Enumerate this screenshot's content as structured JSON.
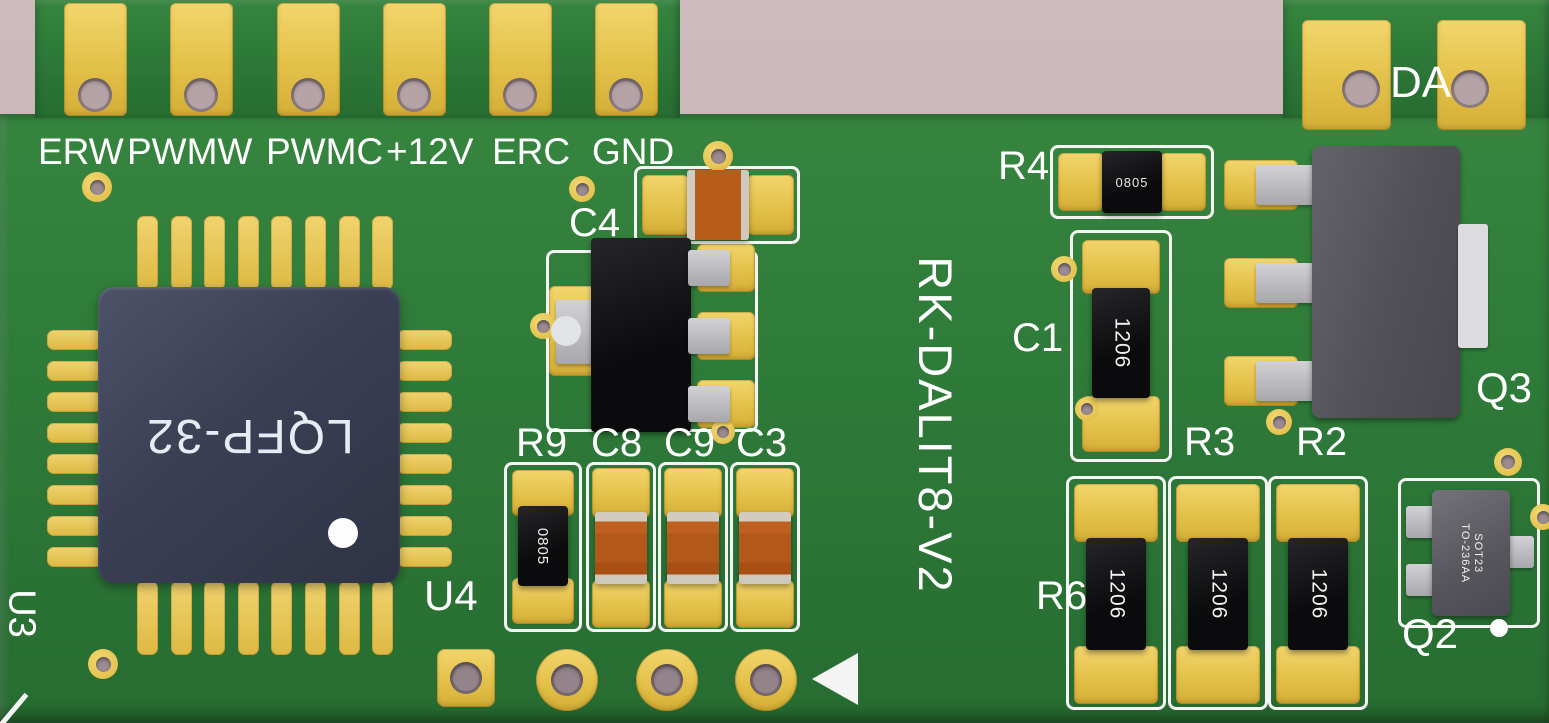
{
  "board": {
    "name": "RK-DALIT8-V2"
  },
  "colors": {
    "background": "#c6b3b5",
    "pcb_green": "#2e7a3b",
    "pad_gold": "#e9c754",
    "silkscreen": "#ffffff",
    "ic_navy": "#373c50",
    "chip_black": "#0d0d0f",
    "capacitor_orange": "#b65c1e",
    "lead_gray": "#b9b9bd",
    "transistor_gray": "#57575c"
  },
  "connectors": {
    "labels": [
      "ERW",
      "PWMW",
      "PWMC",
      "+12V",
      "ERC",
      "GND"
    ],
    "da_label": "DA"
  },
  "components": {
    "u3": {
      "ref": "U3",
      "package_text": "LQFP-32"
    },
    "u4": {
      "ref": "U4"
    },
    "c4": {
      "ref": "C4"
    },
    "r9": {
      "ref": "R9",
      "marking": "0805"
    },
    "c8": {
      "ref": "C8"
    },
    "c9": {
      "ref": "C9"
    },
    "c3": {
      "ref": "C3"
    },
    "r4": {
      "ref": "R4",
      "marking": "0805"
    },
    "c1": {
      "ref": "C1",
      "marking": "1206"
    },
    "q3": {
      "ref": "Q3"
    },
    "r3": {
      "ref": "R3",
      "marking": "1206"
    },
    "r2": {
      "ref": "R2",
      "marking": "1206"
    },
    "r6": {
      "ref": "R6",
      "marking": "1206"
    },
    "q2": {
      "ref": "Q2",
      "marking_line1": "SOT23",
      "marking_line2": "TO-236AA"
    }
  }
}
